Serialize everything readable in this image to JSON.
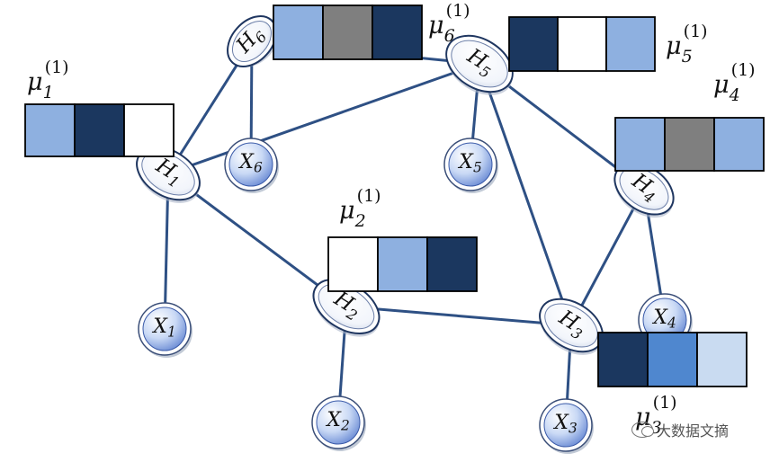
{
  "colors": {
    "edge": "#2e5084",
    "ellipse_stroke": "#1f3660",
    "light_blue": "#8eb0e0",
    "navy": "#1b375f",
    "gray": "#7f7f7f",
    "white": "#ffffff",
    "mid_blue": "#4f87cf",
    "pale_blue": "#c9dbf1"
  },
  "hidden_nodes": [
    {
      "id": "H1",
      "base": "H",
      "sub": "1"
    },
    {
      "id": "H2",
      "base": "H",
      "sub": "2"
    },
    {
      "id": "H3",
      "base": "H",
      "sub": "3"
    },
    {
      "id": "H4",
      "base": "H",
      "sub": "4"
    },
    {
      "id": "H5",
      "base": "H",
      "sub": "5"
    },
    {
      "id": "H6",
      "base": "H",
      "sub": "6"
    }
  ],
  "observed_nodes": [
    {
      "id": "X1",
      "base": "X",
      "sub": "1"
    },
    {
      "id": "X2",
      "base": "X",
      "sub": "2"
    },
    {
      "id": "X3",
      "base": "X",
      "sub": "3"
    },
    {
      "id": "X4",
      "base": "X",
      "sub": "4"
    },
    {
      "id": "X5",
      "base": "X",
      "sub": "5"
    },
    {
      "id": "X6",
      "base": "X",
      "sub": "6"
    }
  ],
  "edges": [
    [
      "H1",
      "H6"
    ],
    [
      "H1",
      "H5"
    ],
    [
      "H1",
      "H2"
    ],
    [
      "H1",
      "X1"
    ],
    [
      "H6",
      "H5"
    ],
    [
      "H6",
      "X6"
    ],
    [
      "H5",
      "X5"
    ],
    [
      "H5",
      "H4"
    ],
    [
      "H5",
      "H3"
    ],
    [
      "H2",
      "X2"
    ],
    [
      "H2",
      "H3"
    ],
    [
      "H3",
      "X3"
    ],
    [
      "H3",
      "H4"
    ],
    [
      "H4",
      "X4"
    ]
  ],
  "message_vectors": [
    {
      "id": "mu1",
      "label_base": "μ",
      "sub": "1",
      "sup": "(1)",
      "cells": [
        "light_blue",
        "navy",
        "white"
      ]
    },
    {
      "id": "mu2",
      "label_base": "μ",
      "sub": "2",
      "sup": "(1)",
      "cells": [
        "white",
        "light_blue",
        "navy"
      ]
    },
    {
      "id": "mu3",
      "label_base": "μ",
      "sub": "3",
      "sup": "(1)",
      "cells": [
        "navy",
        "mid_blue",
        "pale_blue"
      ]
    },
    {
      "id": "mu4",
      "label_base": "μ",
      "sub": "4",
      "sup": "(1)",
      "cells": [
        "light_blue",
        "gray",
        "light_blue"
      ]
    },
    {
      "id": "mu5",
      "label_base": "μ",
      "sub": "5",
      "sup": "(1)",
      "cells": [
        "navy",
        "white",
        "light_blue"
      ]
    },
    {
      "id": "mu6",
      "label_base": "μ",
      "sub": "6",
      "sup": "(1)",
      "cells": [
        "light_blue",
        "gray",
        "navy"
      ]
    }
  ],
  "watermark": "大数据文摘"
}
